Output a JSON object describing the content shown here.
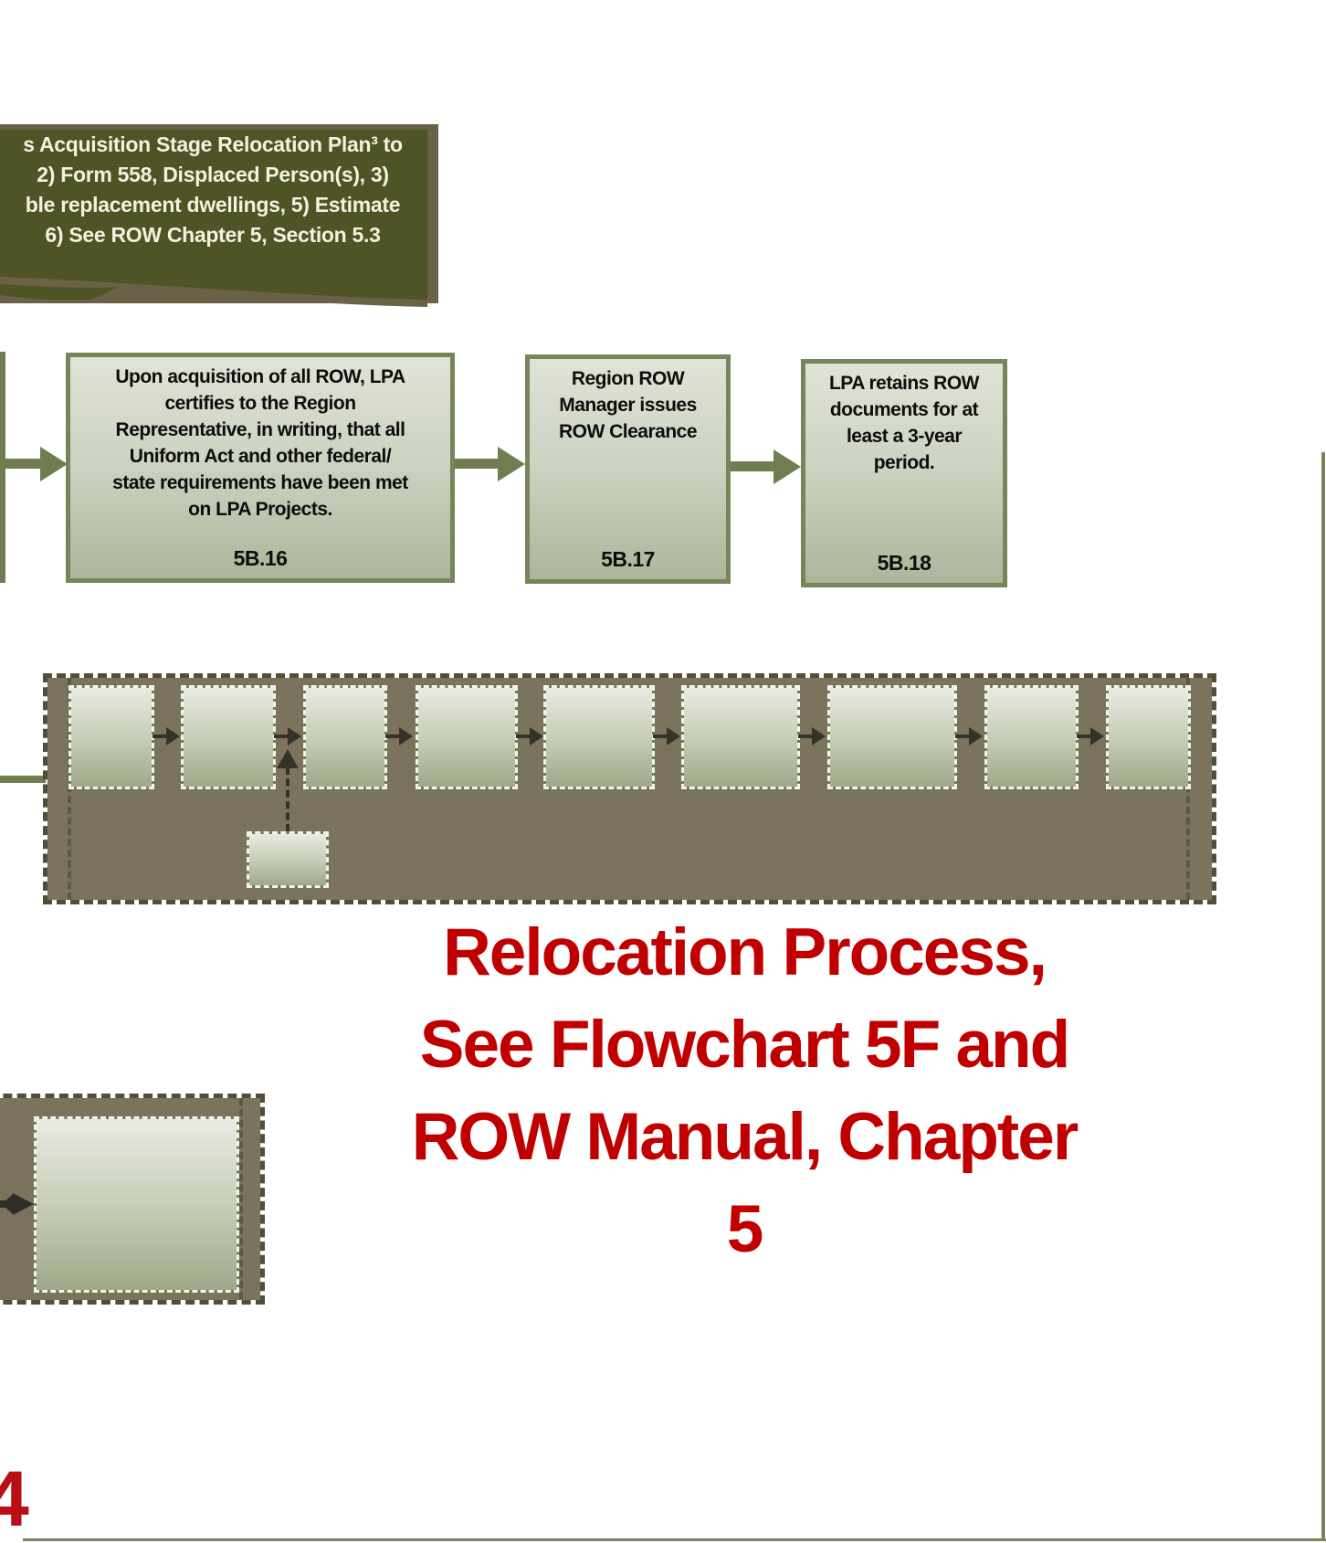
{
  "banner": {
    "lines": [
      "s Acquisition Stage Relocation Plan³ to",
      "2) Form 558, Displaced Person(s), 3)",
      "ble replacement dwellings, 5) Estimate",
      "6) See ROW Chapter 5, Section 5.3"
    ]
  },
  "flow_boxes": [
    {
      "lines": [
        "Upon acquisition of all ROW, LPA",
        "certifies to the Region",
        "Representative, in writing, that all",
        "Uniform Act and other federal/",
        "state requirements have been met",
        "on LPA Projects."
      ],
      "label": "5B.16"
    },
    {
      "lines": [
        "Region ROW",
        "Manager issues",
        "ROW Clearance"
      ],
      "label": "5B.17"
    },
    {
      "lines": [
        "LPA retains ROW",
        "documents for at",
        "least a 3-year",
        "period."
      ],
      "label": "5B.18"
    }
  ],
  "annotation": {
    "lines": [
      "Relocation Process,",
      "See Flowchart 5F and",
      "ROW Manual, Chapter",
      "5"
    ]
  },
  "page_number": "4",
  "colors": {
    "banner_green": "#4e5426",
    "banner_edge_brown": "#6b6148",
    "box_border_sage": "#76855a",
    "arrow_olive": "#6f7d51",
    "band_brown": "#7b735b",
    "step_box_ring_green": "#6e7e52",
    "dark_arrow": "#33332b",
    "annotation_red": "#c00000"
  }
}
